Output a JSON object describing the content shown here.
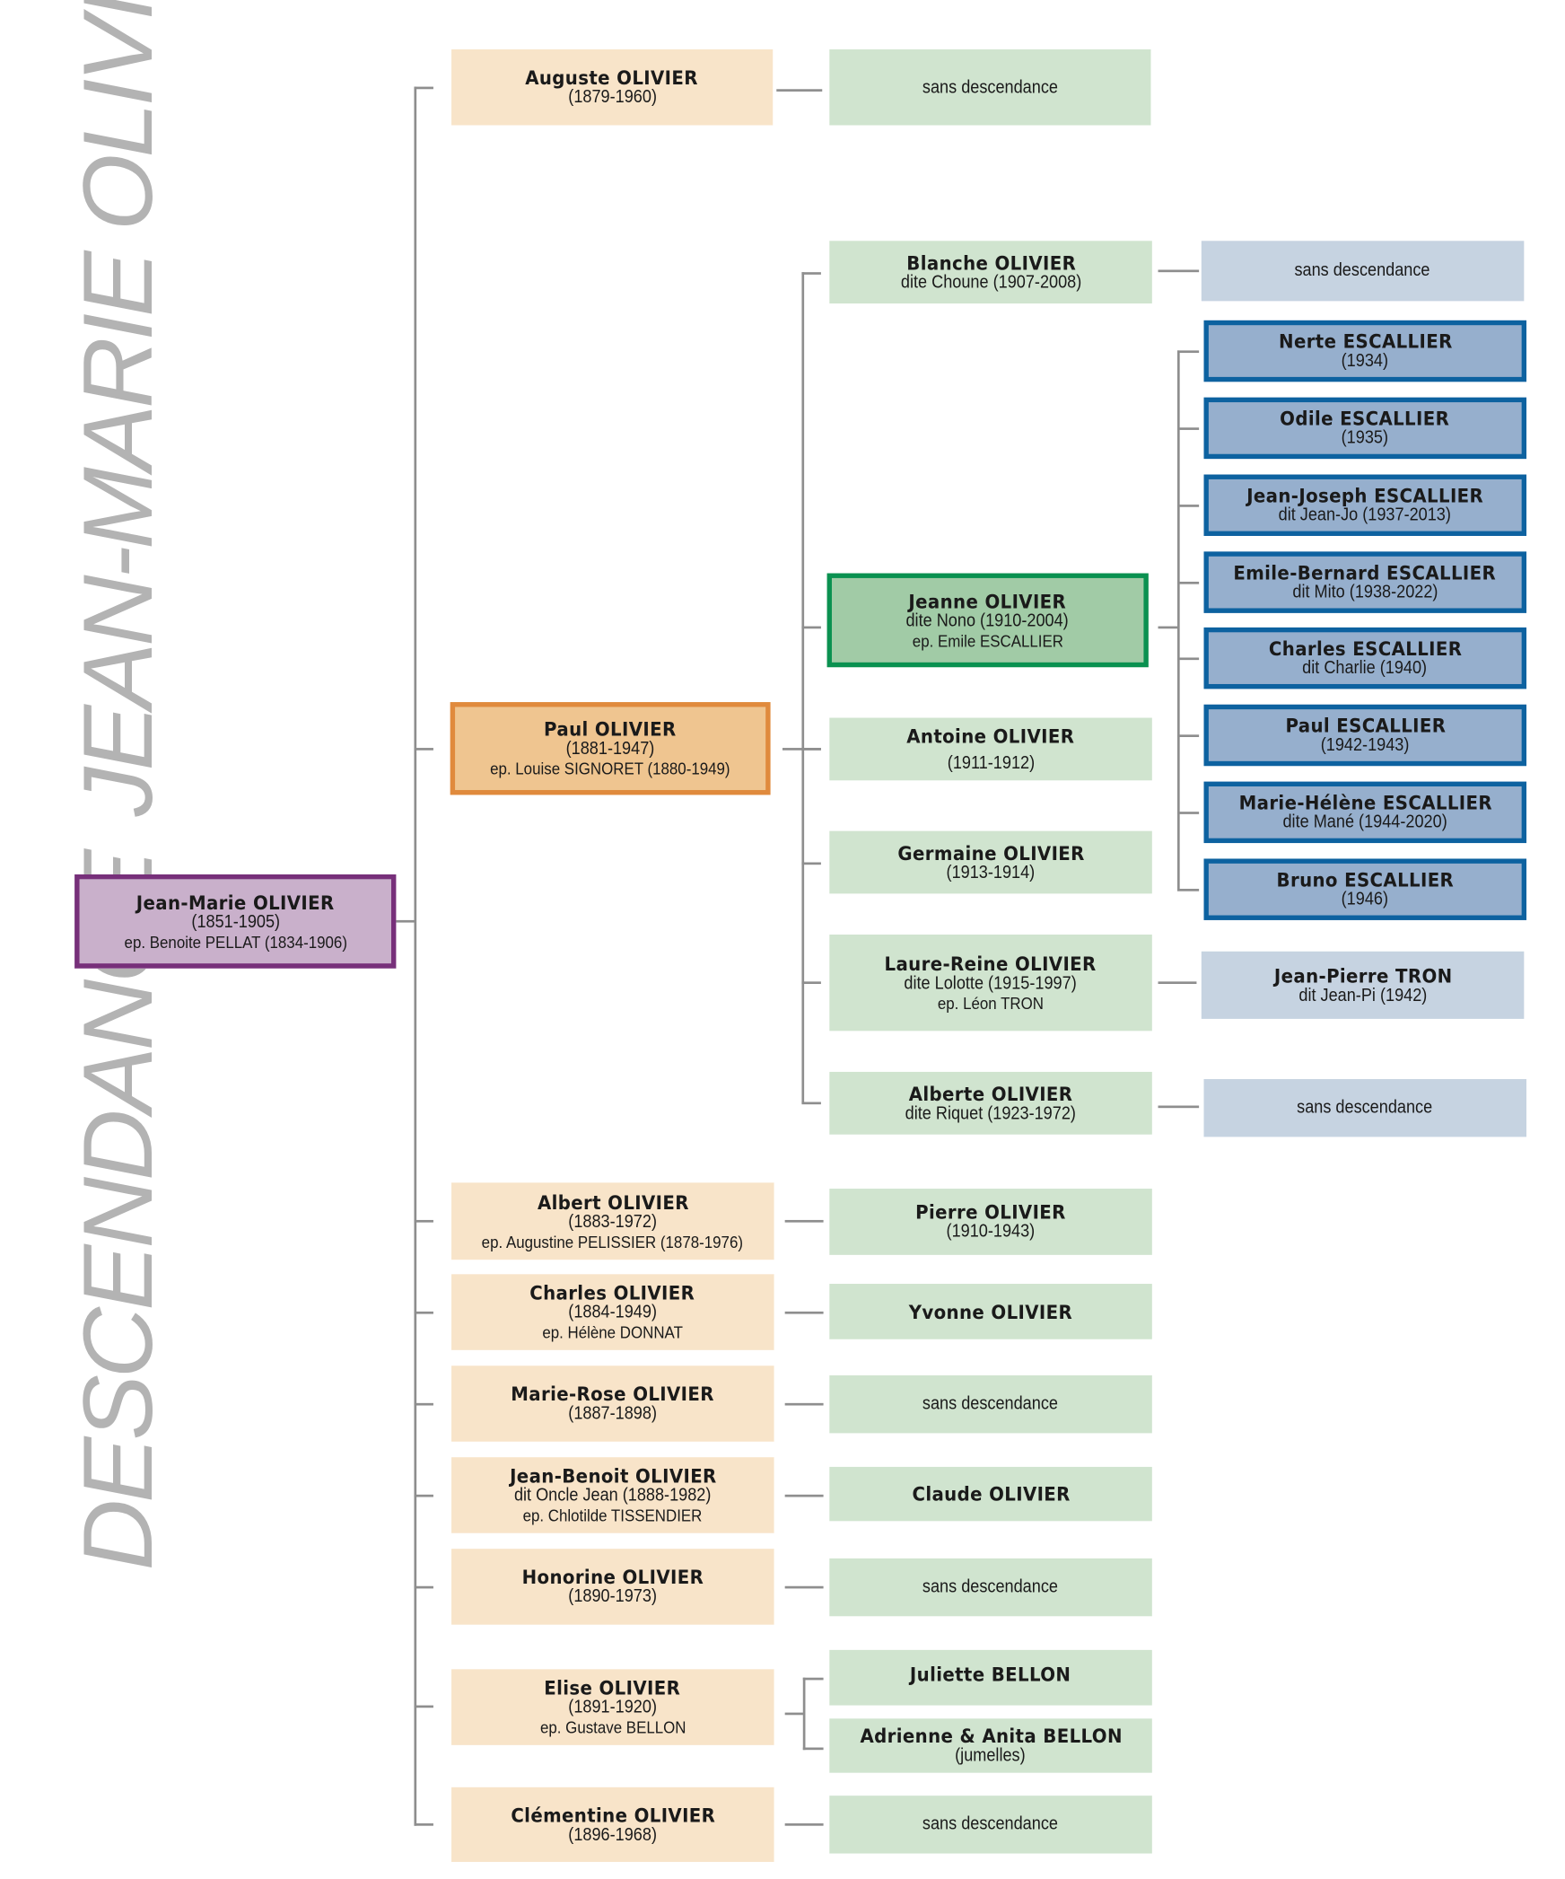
{
  "title": {
    "line1": "JEAN-MARIE OLIVIER",
    "line2": "DESCENDANCE"
  },
  "colors": {
    "root_fill": "#c9b0cb",
    "root_border": "#77307a",
    "gen1_fill": "#f8e4c9",
    "gen1_highlight_fill": "#efc590",
    "gen1_highlight_border": "#e08a3d",
    "gen2_fill": "#d0e4cf",
    "gen2_highlight_fill": "#a1cba6",
    "gen2_highlight_border": "#0a9150",
    "gen3_fill": "#c6d3e1",
    "gen3_highlight_fill": "#96afcd",
    "gen3_highlight_border": "#0d62a0",
    "connector": "#8e8e8e",
    "title_text": "#b3b3b3"
  },
  "root": {
    "name": "Jean-Marie OLIVIER",
    "lines": [
      "(1851-1905)",
      "ep. Benoite PELLAT (1834-1906)"
    ]
  },
  "children": [
    {
      "name": "Auguste OLIVIER",
      "lines": [
        "(1879-1960)"
      ],
      "descendants": [
        {
          "name": "",
          "lines": [
            "sans descendance"
          ]
        }
      ]
    },
    {
      "name": "Paul OLIVIER",
      "lines": [
        "(1881-1947)",
        "ep. Louise SIGNORET (1880-1949)"
      ],
      "descendants": [
        {
          "name": "Blanche OLIVIER",
          "lines": [
            "dite Choune (1907-2008)"
          ],
          "descendants": [
            {
              "name": "",
              "lines": [
                "sans descendance"
              ]
            }
          ]
        },
        {
          "name": "Jeanne OLIVIER",
          "lines": [
            "dite Nono (1910-2004)",
            "ep. Emile ESCALLIER"
          ],
          "descendants": [
            {
              "name": "Nerte ESCALLIER",
              "lines": [
                "(1934)"
              ]
            },
            {
              "name": "Odile ESCALLIER",
              "lines": [
                "(1935)"
              ]
            },
            {
              "name": "Jean-Joseph ESCALLIER",
              "lines": [
                "dit Jean-Jo (1937-2013)"
              ]
            },
            {
              "name": "Emile-Bernard ESCALLIER",
              "lines": [
                "dit Mito (1938-2022)"
              ]
            },
            {
              "name": "Charles ESCALLIER",
              "lines": [
                "dit Charlie (1940)"
              ]
            },
            {
              "name": "Paul ESCALLIER",
              "lines": [
                "(1942-1943)"
              ]
            },
            {
              "name": "Marie-Hélène ESCALLIER",
              "lines": [
                "dite Mané (1944-2020)"
              ]
            },
            {
              "name": "Bruno ESCALLIER",
              "lines": [
                "(1946)"
              ]
            }
          ]
        },
        {
          "name": "Antoine OLIVIER",
          "lines": [
            "(1911-1912)"
          ]
        },
        {
          "name": "Germaine OLIVIER",
          "lines": [
            "(1913-1914)"
          ]
        },
        {
          "name": "Laure-Reine OLIVIER",
          "lines": [
            "dite Lolotte (1915-1997)",
            "ep. Léon TRON"
          ],
          "descendants": [
            {
              "name": "Jean-Pierre TRON",
              "lines": [
                "dit Jean-Pi (1942)"
              ]
            }
          ]
        },
        {
          "name": "Alberte OLIVIER",
          "lines": [
            "dite Riquet (1923-1972)"
          ],
          "descendants": [
            {
              "name": "",
              "lines": [
                "sans descendance"
              ]
            }
          ]
        }
      ]
    },
    {
      "name": "Albert OLIVIER",
      "lines": [
        "(1883-1972)",
        "ep. Augustine PELISSIER (1878-1976)"
      ],
      "descendants": [
        {
          "name": "Pierre OLIVIER",
          "lines": [
            "(1910-1943)"
          ]
        }
      ]
    },
    {
      "name": "Charles OLIVIER",
      "lines": [
        "(1884-1949)",
        "ep. Hélène DONNAT"
      ],
      "descendants": [
        {
          "name": "Yvonne OLIVIER",
          "lines": []
        }
      ]
    },
    {
      "name": "Marie-Rose OLIVIER",
      "lines": [
        "(1887-1898)"
      ],
      "descendants": [
        {
          "name": "",
          "lines": [
            "sans descendance"
          ]
        }
      ]
    },
    {
      "name": "Jean-Benoit OLIVIER",
      "lines": [
        "dit Oncle Jean (1888-1982)",
        "ep. Chlotilde TISSENDIER"
      ],
      "descendants": [
        {
          "name": "Claude OLIVIER",
          "lines": []
        }
      ]
    },
    {
      "name": "Honorine OLIVIER",
      "lines": [
        "(1890-1973)"
      ],
      "descendants": [
        {
          "name": "",
          "lines": [
            "sans descendance"
          ]
        }
      ]
    },
    {
      "name": "Elise OLIVIER",
      "lines": [
        "(1891-1920)",
        "ep. Gustave BELLON"
      ],
      "descendants": [
        {
          "name": "Juliette BELLON",
          "lines": []
        },
        {
          "name": "Adrienne & Anita BELLON",
          "lines": [
            "(jumelles)"
          ]
        }
      ]
    },
    {
      "name": "Clémentine OLIVIER",
      "lines": [
        "(1896-1968)"
      ],
      "descendants": [
        {
          "name": "",
          "lines": [
            "sans descendance"
          ]
        }
      ]
    }
  ]
}
